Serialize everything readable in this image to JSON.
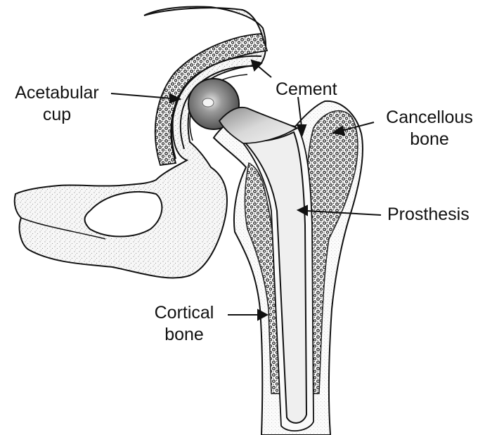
{
  "labels": {
    "acetabular_cup": {
      "line1": "Acetabular",
      "line2": "cup"
    },
    "cement": "Cement",
    "cancellous_bone": {
      "line1": "Cancellous",
      "line2": "bone"
    },
    "prosthesis": "Prosthesis",
    "cortical_bone": {
      "line1": "Cortical",
      "line2": "bone"
    }
  },
  "colors": {
    "ink": "#111111",
    "bone_fill": "#f4f4f4",
    "cancellous_stipple": "#2a2a2a",
    "prosthesis_fill": "#f0f0f0",
    "head_fill": "#7a7a7a"
  }
}
